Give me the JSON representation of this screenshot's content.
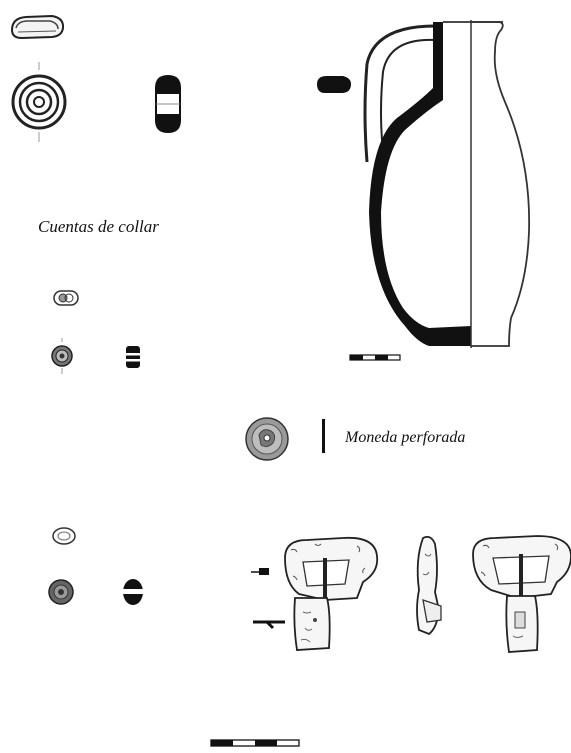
{
  "captions": {
    "beads": "Cuentas de collar",
    "coin": "Moneda perforada"
  },
  "figures": {
    "bead_set_1": "bead-drawings",
    "bead_set_2": "bead-drawings",
    "bead_set_3": "bead-drawings",
    "jug": "ceramic-jug-profile",
    "coin": "perforated-coin",
    "buckle": "iron-buckle-drawings"
  }
}
